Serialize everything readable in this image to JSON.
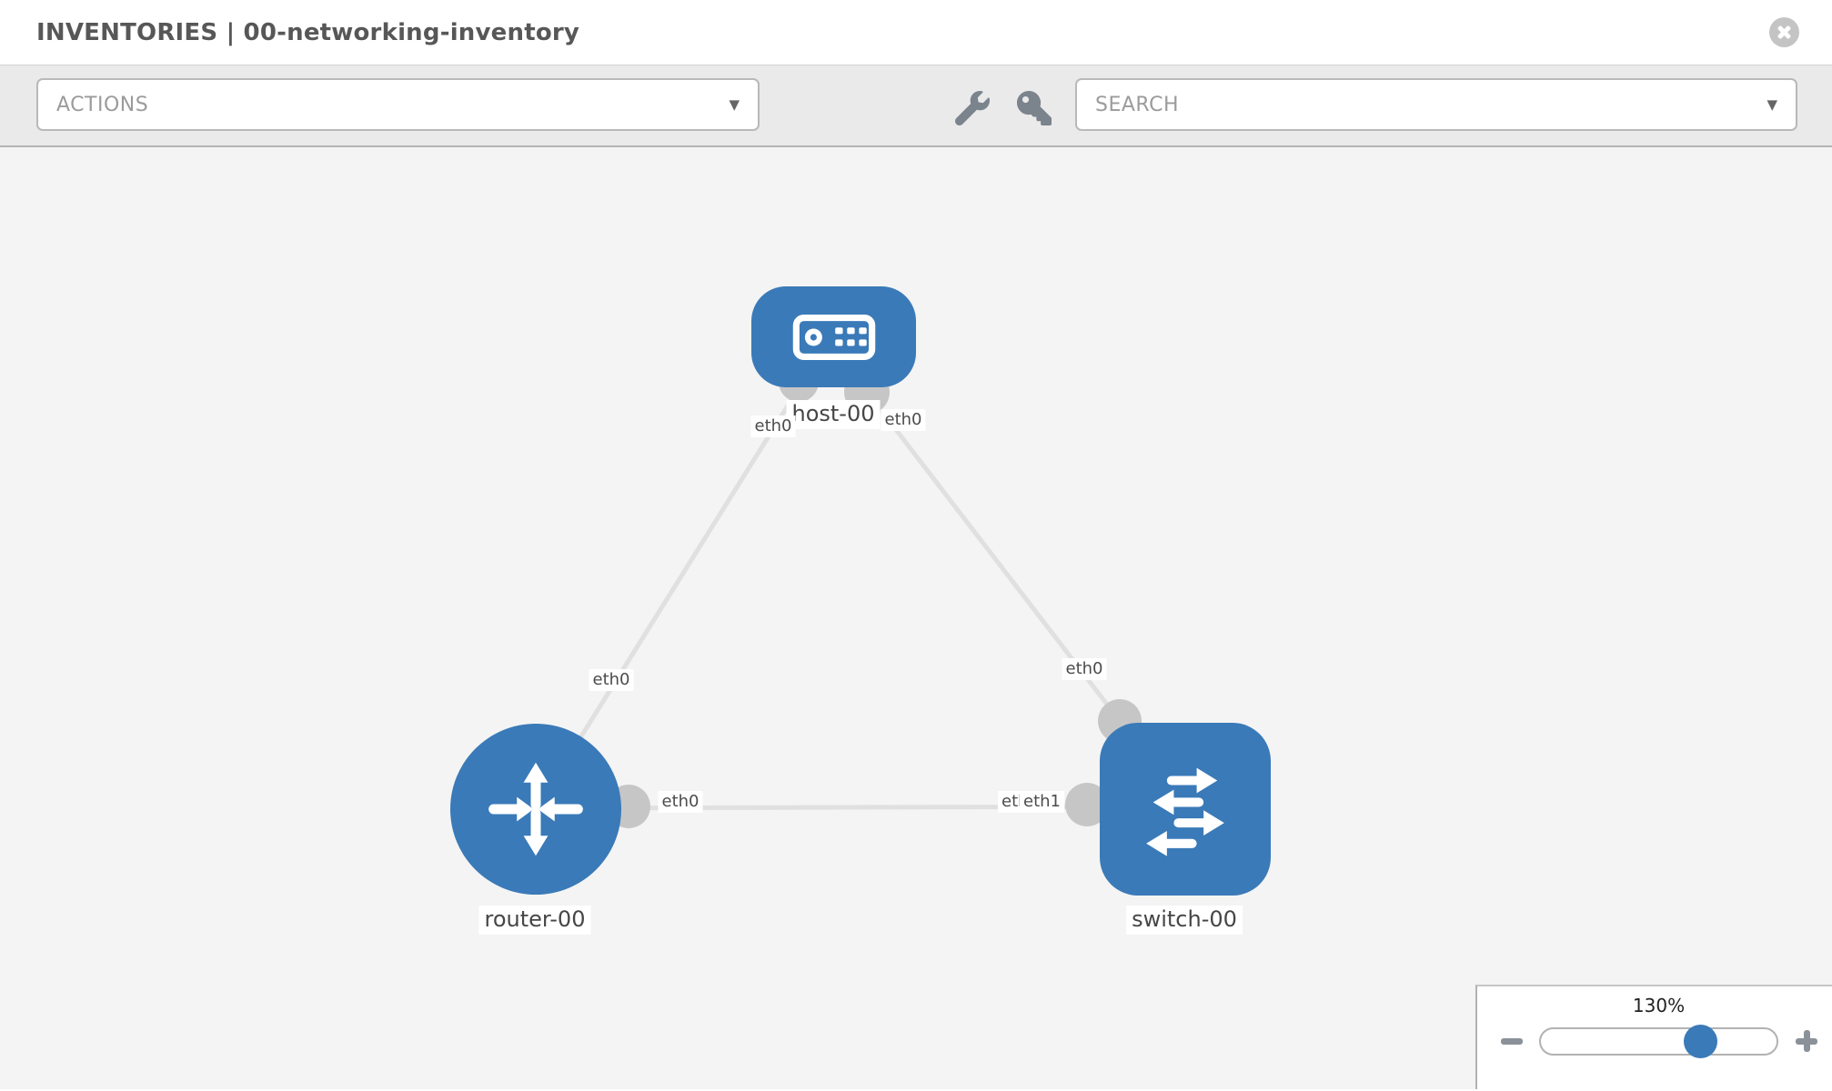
{
  "header": {
    "section": "INVENTORIES",
    "separator": "|",
    "inventory_name": "00-networking-inventory",
    "title": "INVENTORIES | 00-networking-inventory"
  },
  "toolbar": {
    "actions_label": "ACTIONS",
    "search_label": "SEARCH",
    "icons": [
      "wrench-icon",
      "key-icon"
    ]
  },
  "canvas": {
    "nodes": [
      {
        "label": "host-00",
        "type": "host"
      },
      {
        "label": "router-00",
        "type": "router"
      },
      {
        "label": "switch-00",
        "type": "switch"
      }
    ],
    "links": [
      {
        "from": "host-00",
        "from_if": "eth0",
        "to": "router-00",
        "to_if": "eth0"
      },
      {
        "from": "host-00",
        "from_if": "eth0",
        "to": "switch-00",
        "to_if": "eth0"
      },
      {
        "from": "router-00",
        "from_if": "eth0",
        "to": "switch-00",
        "to_if": "eth1",
        "to_if_overlap": "eth0"
      }
    ]
  },
  "zoom": {
    "level": "130%"
  },
  "colors": {
    "node_blue": "#3a7ab8",
    "link_gray": "#e0e0e0",
    "interface_circle": "#c6c6c6",
    "toolbar_bg": "#eaeaea",
    "canvas_bg": "#f4f4f4"
  }
}
